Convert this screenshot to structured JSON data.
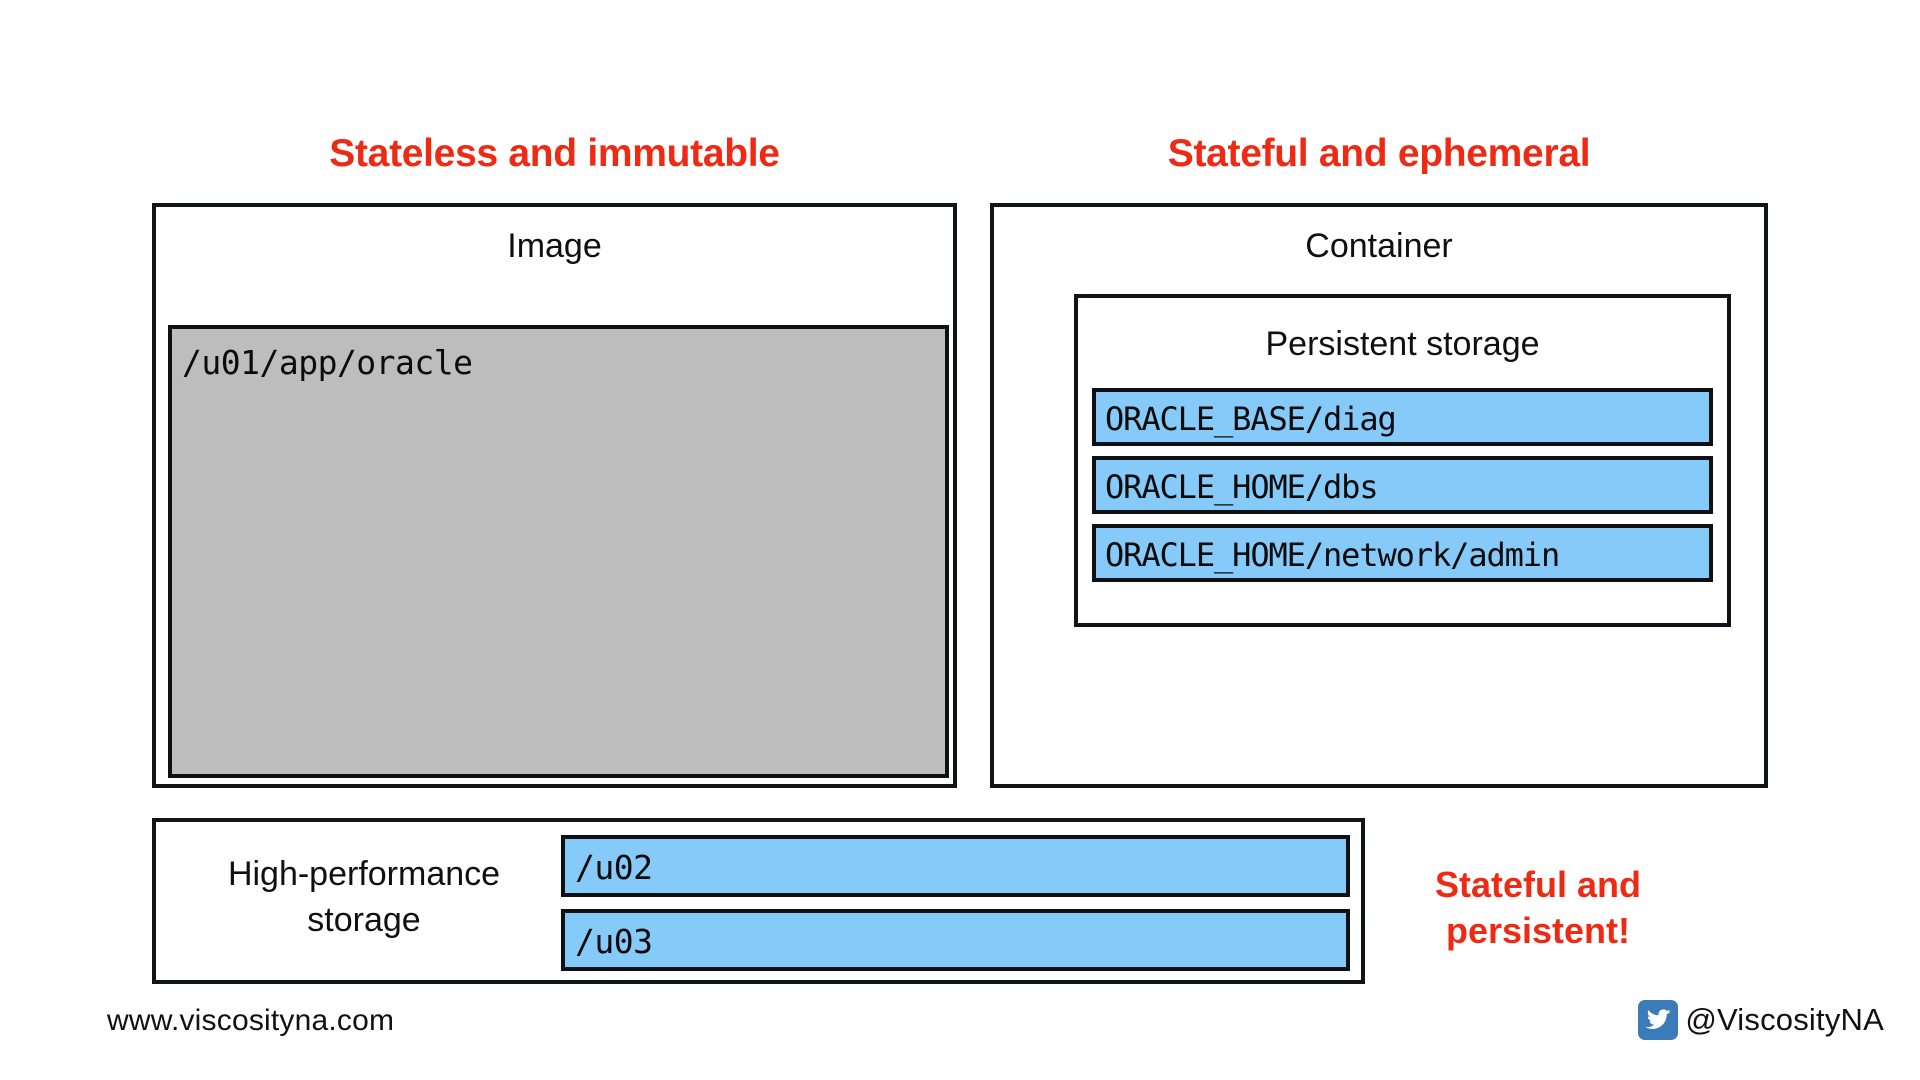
{
  "colors": {
    "accent_red": "#ee2a14",
    "volume_blue": "#85caf8",
    "image_gray": "#bdbdbd",
    "border_black": "#101418",
    "twitter_blue": "#3b7cb8"
  },
  "headings": {
    "left": "Stateless and immutable",
    "right": "Stateful and ephemeral"
  },
  "image_panel": {
    "title": "Image",
    "layer_path": "/u01/app/oracle"
  },
  "container_panel": {
    "title": "Container",
    "persistent_storage": {
      "title": "Persistent storage",
      "volumes": [
        {
          "label": "ORACLE_BASE/diag"
        },
        {
          "label": "ORACLE_HOME/dbs"
        },
        {
          "label": "ORACLE_HOME/network/admin"
        }
      ]
    }
  },
  "high_performance_panel": {
    "label_line1": "High-performance",
    "label_line2": "storage",
    "volumes": [
      {
        "label": "/u02"
      },
      {
        "label": "/u03"
      }
    ],
    "note_line1": "Stateful and",
    "note_line2": "persistent!"
  },
  "footer": {
    "url": "www.viscosityna.com",
    "social_icon": "twitter-icon",
    "handle": "@ViscosityNA"
  }
}
